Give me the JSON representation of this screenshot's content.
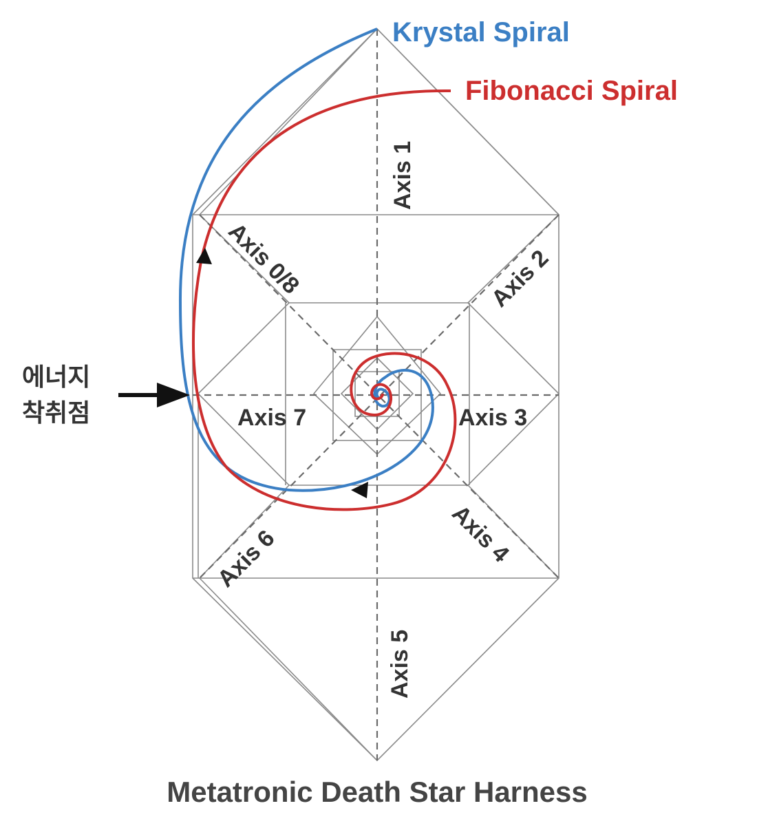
{
  "title": "Metatronic Death Star Harness",
  "legend": {
    "krystal": {
      "label": "Krystal Spiral",
      "color": "#3b7fc4"
    },
    "fibonacci": {
      "label": "Fibonacci Spiral",
      "color": "#cc2e2e"
    }
  },
  "energy_point": {
    "line1": "에너지",
    "line2": "착취점"
  },
  "axes": {
    "axis1": "Axis 1",
    "axis2": "Axis 2",
    "axis3": "Axis 3",
    "axis4": "Axis 4",
    "axis5": "Axis 5",
    "axis6": "Axis 6",
    "axis7": "Axis 7",
    "axis08": "Axis 0/8"
  }
}
